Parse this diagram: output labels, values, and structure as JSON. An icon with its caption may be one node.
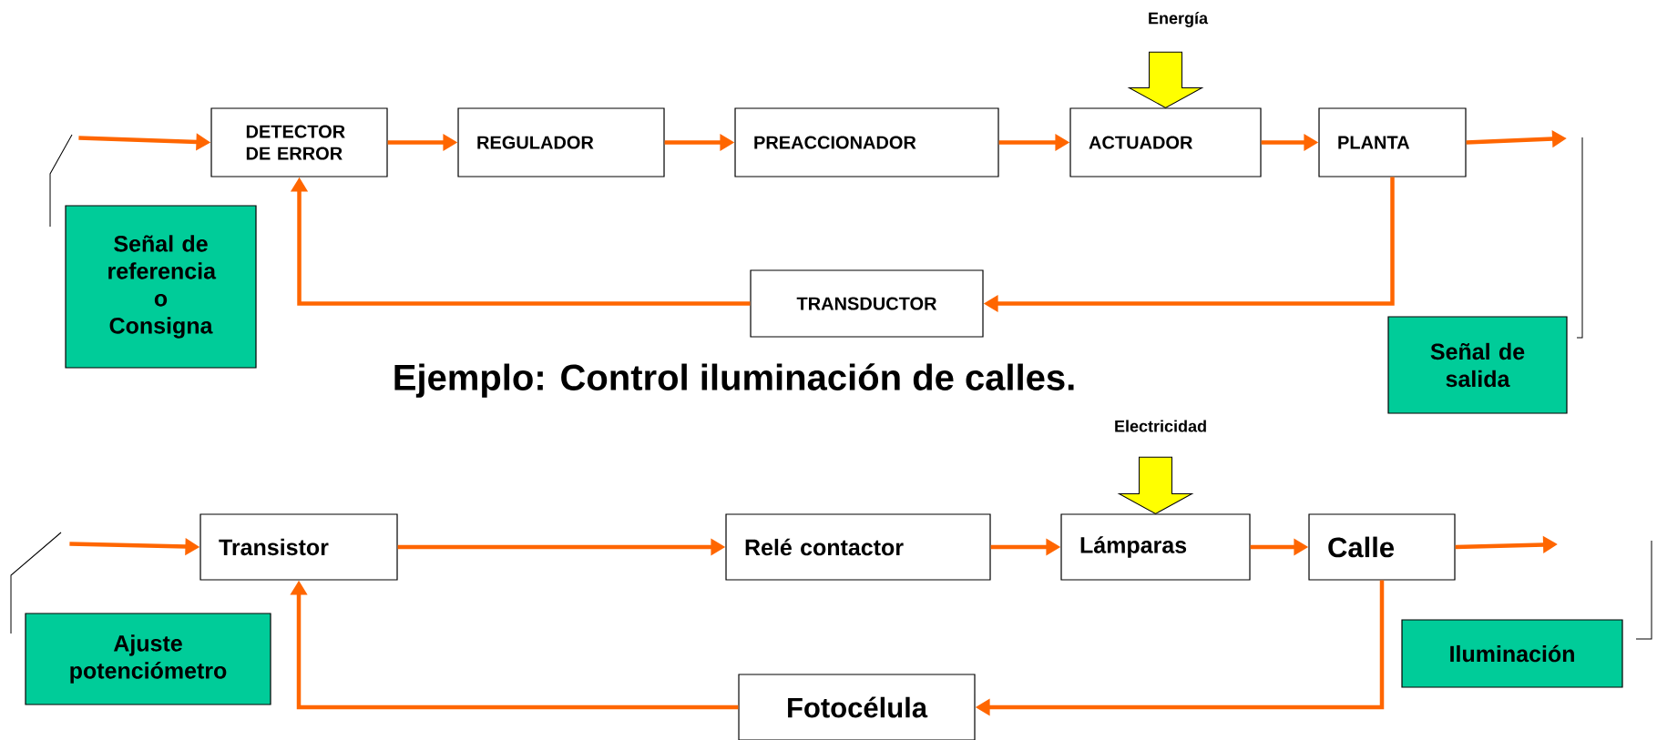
{
  "diagram": {
    "nodes": [
      {
        "text": [
          "DETECTOR DE ERROR"
        ]
      },
      {
        "text": [
          "REGULADOR"
        ]
      },
      {
        "text": [
          "PREACCIONADOR"
        ]
      },
      {
        "text": [
          "ACTUADOR"
        ]
      },
      {
        "text": [
          "PLANTA"
        ]
      },
      {
        "text": [
          "TRANSDUCTOR"
        ]
      },
      {
        "text": [
          "Energía"
        ]
      },
      {
        "text": [
          "Señal de referencia o Consigna"
        ]
      },
      {
        "text": [
          "Señal de salida"
        ]
      },
      {
        "text": [
          "Transistor"
        ]
      },
      {
        "text": [
          "Relé contactor"
        ]
      },
      {
        "text": [
          "Lámparas"
        ]
      },
      {
        "text": [
          "Calle"
        ]
      },
      {
        "text": [
          "Fotocélula"
        ]
      },
      {
        "text": [
          "Electricidad"
        ]
      },
      {
        "text": [
          "Ajuste potenciómetro"
        ]
      },
      {
        "text": [
          "Iluminación"
        ]
      }
    ],
    "edges": [
      {
        "from": 7,
        "to": 0,
        "arrow": "to"
      },
      {
        "from": 0,
        "to": 1,
        "arrow": "to"
      },
      {
        "from": 1,
        "to": 2,
        "arrow": "to"
      },
      {
        "from": 2,
        "to": 3,
        "arrow": "to"
      },
      {
        "from": 3,
        "to": 4,
        "arrow": "to"
      },
      {
        "from": 4,
        "to": null,
        "arrow": "to"
      },
      {
        "from": 4,
        "to": 5,
        "arrow": "to"
      },
      {
        "from": 5,
        "to": 0,
        "arrow": "to"
      },
      {
        "from": 6,
        "to": 3,
        "arrow": "to",
        "color": "#ffff00"
      },
      {
        "from": 15,
        "to": 9,
        "arrow": "to"
      },
      {
        "from": 9,
        "to": 10,
        "arrow": "to"
      },
      {
        "from": 10,
        "to": 11,
        "arrow": "to"
      },
      {
        "from": 11,
        "to": 12,
        "arrow": "to"
      },
      {
        "from": 12,
        "to": null,
        "arrow": "to"
      },
      {
        "from": 12,
        "to": 13,
        "arrow": "to"
      },
      {
        "from": 13,
        "to": 9,
        "arrow": "to"
      },
      {
        "from": 14,
        "to": 11,
        "arrow": "to",
        "color": "#ffff00"
      }
    ],
    "labels": [
      "Ejemplo: Control iluminación de calles."
    ]
  }
}
